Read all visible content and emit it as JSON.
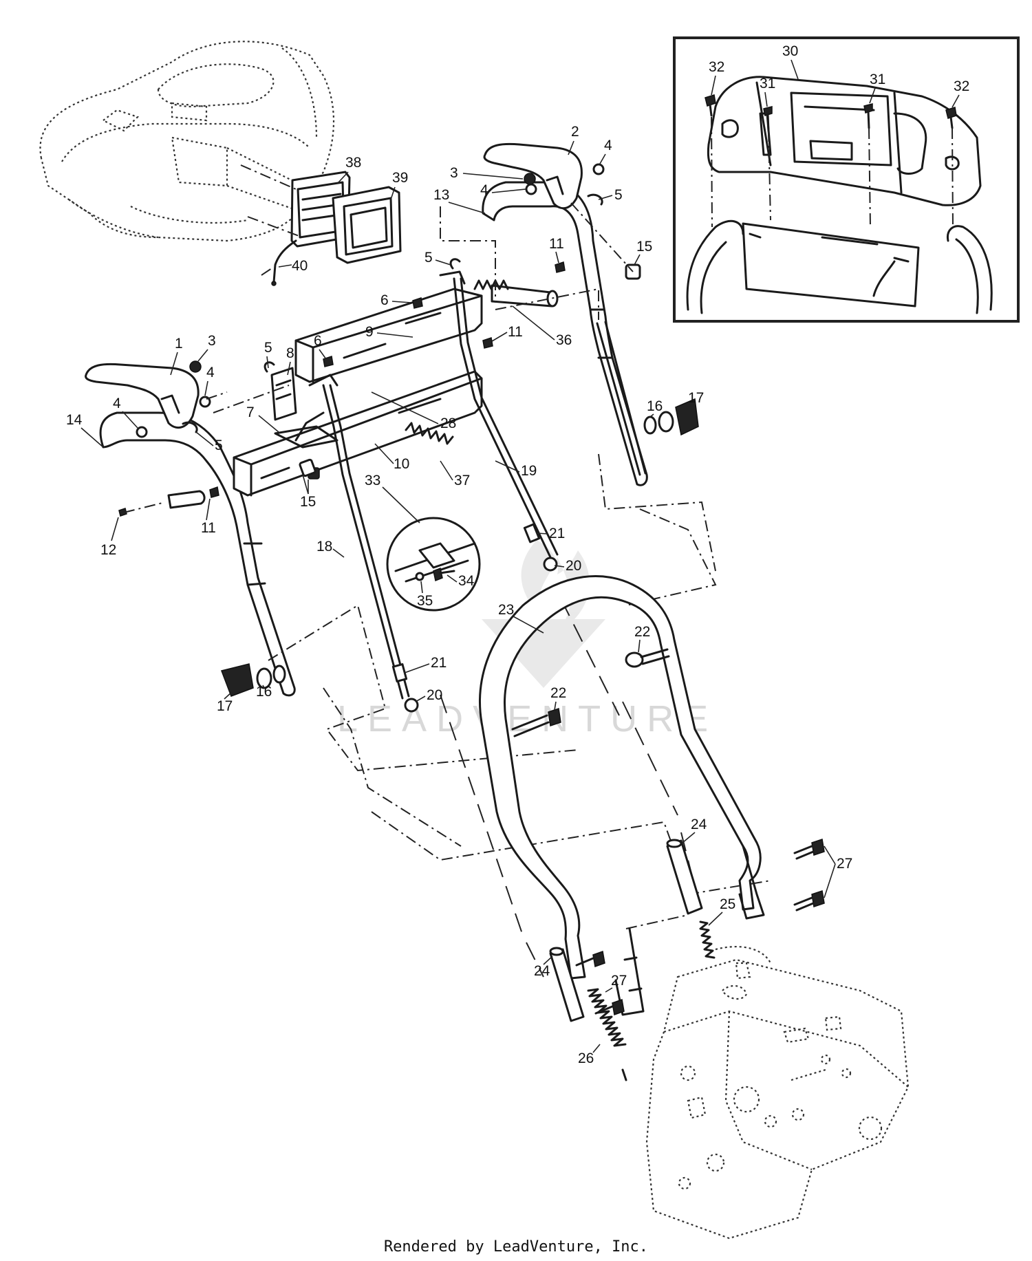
{
  "watermark": "LEADVENTURE",
  "footer": "Rendered by LeadVenture, Inc.",
  "callouts": [
    {
      "id": "c1",
      "label": "1"
    },
    {
      "id": "c2",
      "label": "2"
    },
    {
      "id": "c3a",
      "label": "3"
    },
    {
      "id": "c3b",
      "label": "3"
    },
    {
      "id": "c4a",
      "label": "4"
    },
    {
      "id": "c4b",
      "label": "4"
    },
    {
      "id": "c4c",
      "label": "4"
    },
    {
      "id": "c4d",
      "label": "4"
    },
    {
      "id": "c5a",
      "label": "5"
    },
    {
      "id": "c5b",
      "label": "5"
    },
    {
      "id": "c5c",
      "label": "5"
    },
    {
      "id": "c5d",
      "label": "5"
    },
    {
      "id": "c6a",
      "label": "6"
    },
    {
      "id": "c6b",
      "label": "6"
    },
    {
      "id": "c7",
      "label": "7"
    },
    {
      "id": "c8",
      "label": "8"
    },
    {
      "id": "c9",
      "label": "9"
    },
    {
      "id": "c10",
      "label": "10"
    },
    {
      "id": "c11a",
      "label": "11"
    },
    {
      "id": "c11b",
      "label": "11"
    },
    {
      "id": "c11c",
      "label": "11"
    },
    {
      "id": "c12",
      "label": "12"
    },
    {
      "id": "c13",
      "label": "13"
    },
    {
      "id": "c14",
      "label": "14"
    },
    {
      "id": "c15a",
      "label": "15"
    },
    {
      "id": "c15b",
      "label": "15"
    },
    {
      "id": "c16a",
      "label": "16"
    },
    {
      "id": "c16b",
      "label": "16"
    },
    {
      "id": "c17a",
      "label": "17"
    },
    {
      "id": "c17b",
      "label": "17"
    },
    {
      "id": "c18",
      "label": "18"
    },
    {
      "id": "c19",
      "label": "19"
    },
    {
      "id": "c20a",
      "label": "20"
    },
    {
      "id": "c20b",
      "label": "20"
    },
    {
      "id": "c21a",
      "label": "21"
    },
    {
      "id": "c21b",
      "label": "21"
    },
    {
      "id": "c22a",
      "label": "22"
    },
    {
      "id": "c22b",
      "label": "22"
    },
    {
      "id": "c23",
      "label": "23"
    },
    {
      "id": "c24a",
      "label": "24"
    },
    {
      "id": "c24b",
      "label": "24"
    },
    {
      "id": "c25",
      "label": "25"
    },
    {
      "id": "c26",
      "label": "26"
    },
    {
      "id": "c27a",
      "label": "27"
    },
    {
      "id": "c27b",
      "label": "27"
    },
    {
      "id": "c28",
      "label": "28"
    },
    {
      "id": "c30",
      "label": "30"
    },
    {
      "id": "c31a",
      "label": "31"
    },
    {
      "id": "c31b",
      "label": "31"
    },
    {
      "id": "c32a",
      "label": "32"
    },
    {
      "id": "c32b",
      "label": "32"
    },
    {
      "id": "c33",
      "label": "33"
    },
    {
      "id": "c34",
      "label": "34"
    },
    {
      "id": "c35",
      "label": "35"
    },
    {
      "id": "c36",
      "label": "36"
    },
    {
      "id": "c37",
      "label": "37"
    },
    {
      "id": "c38",
      "label": "38"
    },
    {
      "id": "c39",
      "label": "39"
    },
    {
      "id": "c40",
      "label": "40"
    }
  ]
}
